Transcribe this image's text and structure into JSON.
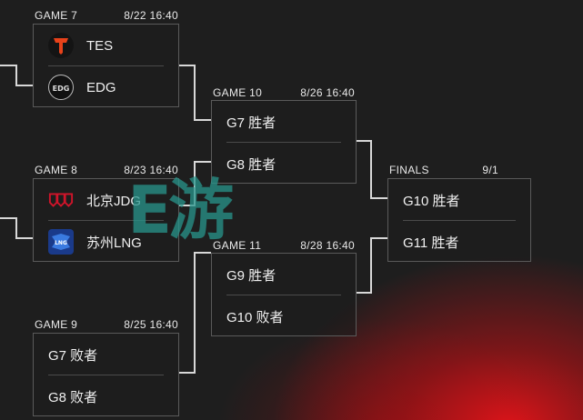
{
  "games": {
    "g7": {
      "label": "GAME 7",
      "date": "8/22 16:40",
      "team1": "TES",
      "team2": "EDG",
      "team1_logo": "tes-logo",
      "team2_logo": "edg-logo"
    },
    "g8": {
      "label": "GAME 8",
      "date": "8/23 16:40",
      "team1": "北京JDG",
      "team2": "苏州LNG",
      "team1_logo": "jdg-logo",
      "team2_logo": "lng-logo"
    },
    "g9": {
      "label": "GAME 9",
      "date": "8/25 16:40",
      "team1": "G7 败者",
      "team2": "G8 败者"
    },
    "g10": {
      "label": "GAME 10",
      "date": "8/26 16:40",
      "team1": "G7 胜者",
      "team2": "G8 胜者"
    },
    "g11": {
      "label": "GAME 11",
      "date": "8/28 16:40",
      "team1": "G9 胜者",
      "team2": "G10 败者"
    },
    "finals": {
      "label": "FINALS",
      "date": "9/1",
      "team1": "G10 胜者",
      "team2": "G11 胜者"
    }
  },
  "watermark": "E游",
  "colors": {
    "background": "#1e1e1e",
    "accent_red": "#e61419",
    "border": "#5a5a5a",
    "watermark": "#2a9690"
  }
}
